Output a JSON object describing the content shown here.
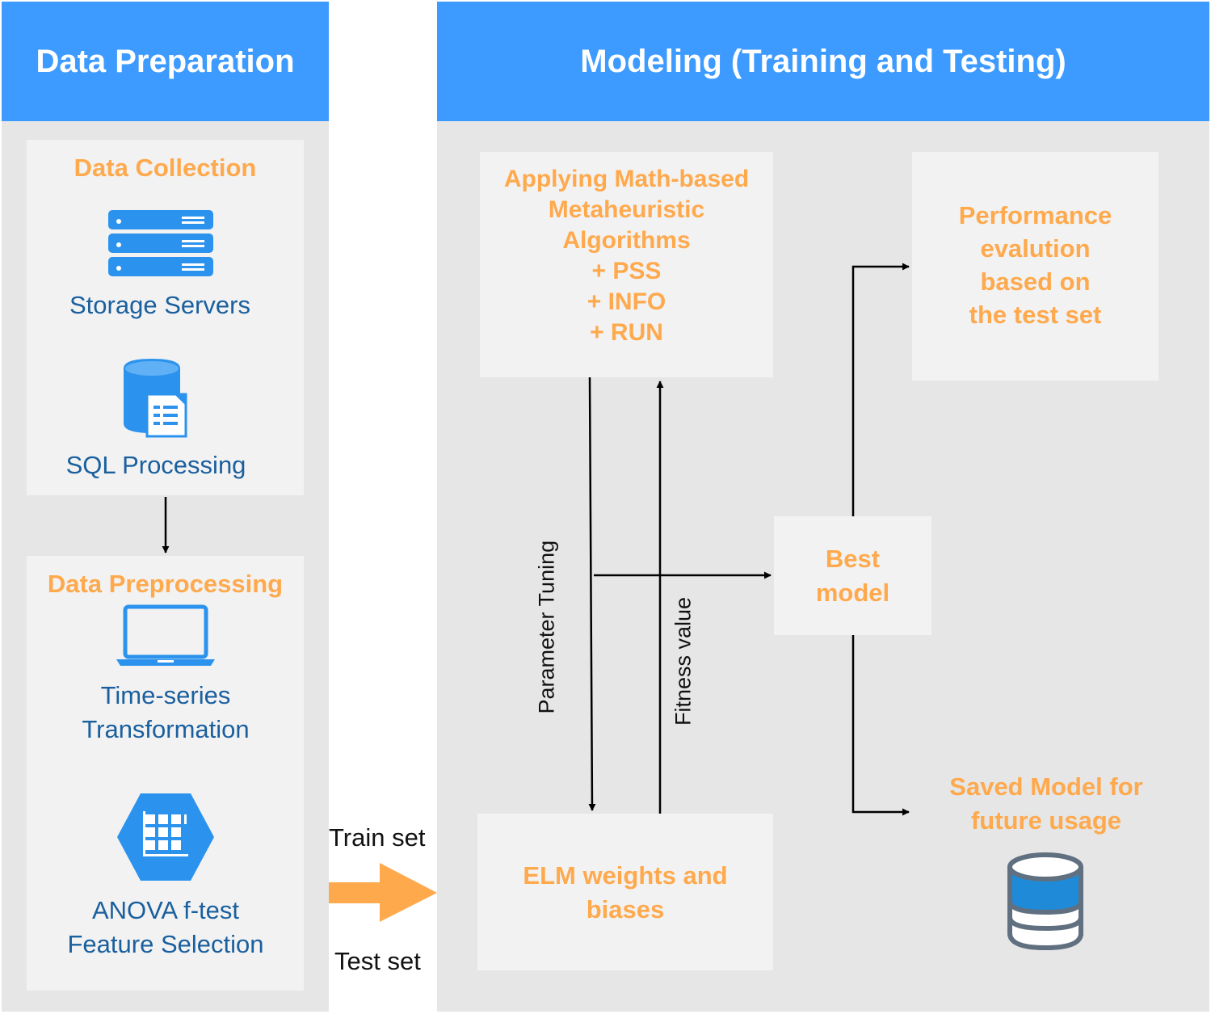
{
  "data_preparation": {
    "title": "Data Preparation",
    "collection": {
      "title": "Data Collection",
      "storage_label": "Storage Servers",
      "sql_label": "SQL Processing"
    },
    "preprocessing": {
      "title": "Data Preprocessing",
      "timeseries_label": "Time-series\nTransformation",
      "anova_label": "ANOVA f-test\nFeature Selection"
    }
  },
  "modeling": {
    "title": "Modeling (Training and Testing)",
    "metaheuristic": "Applying Math-based\nMetaheuristic\nAlgorithms\n+ PSS\n+ INFO\n+ RUN",
    "performance": "Performance\nevalution\nbased on\nthe test set",
    "best_model": "Best\nmodel",
    "elm": "ELM weights and\nbiases",
    "saved_model": "Saved Model for\nfuture usage",
    "parameter_tuning": "Parameter Tuning",
    "fitness_value": "Fitness value"
  },
  "flow": {
    "train_set": "Train set",
    "test_set": "Test set"
  },
  "colors": {
    "header": "#3d9bff",
    "panel": "#e6e6e6",
    "card": "#f2f2f2",
    "orange": "#ffa94d",
    "icon_blue": "#2b93ee",
    "text_blue": "#1a5f9e"
  }
}
